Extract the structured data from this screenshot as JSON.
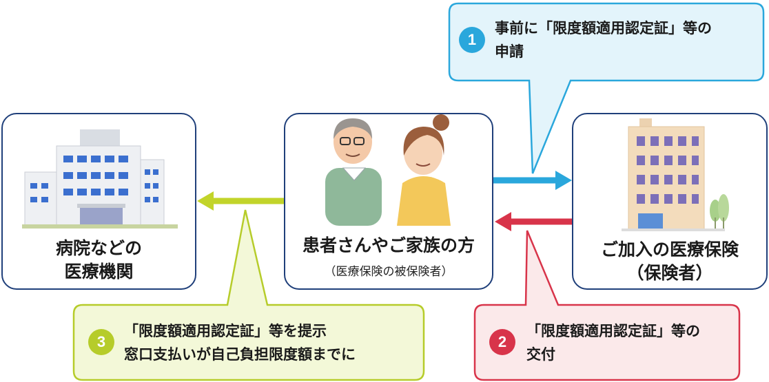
{
  "nodes": {
    "hospital": {
      "line1": "病院などの",
      "line2": "医療機関"
    },
    "patient": {
      "title": "患者さんやご家族の方",
      "subtitle": "（医療保険の被保険者）"
    },
    "insurer": {
      "line1": "ご加入の医療保険",
      "line2": "（保険者）"
    }
  },
  "steps": [
    {
      "number": "1",
      "line1": "事前に「限度額適用認定証」等の",
      "line2": "申請",
      "color": "#2aa7dc"
    },
    {
      "number": "2",
      "line1": "「限度額適用認定証」等の",
      "line2": "交付",
      "color": "#d8344a"
    },
    {
      "number": "3",
      "line1": "「限度額適用認定証」等を提示",
      "line2": "窓口支払いが自己負担限度額までに",
      "color": "#b6cc2a"
    }
  ]
}
